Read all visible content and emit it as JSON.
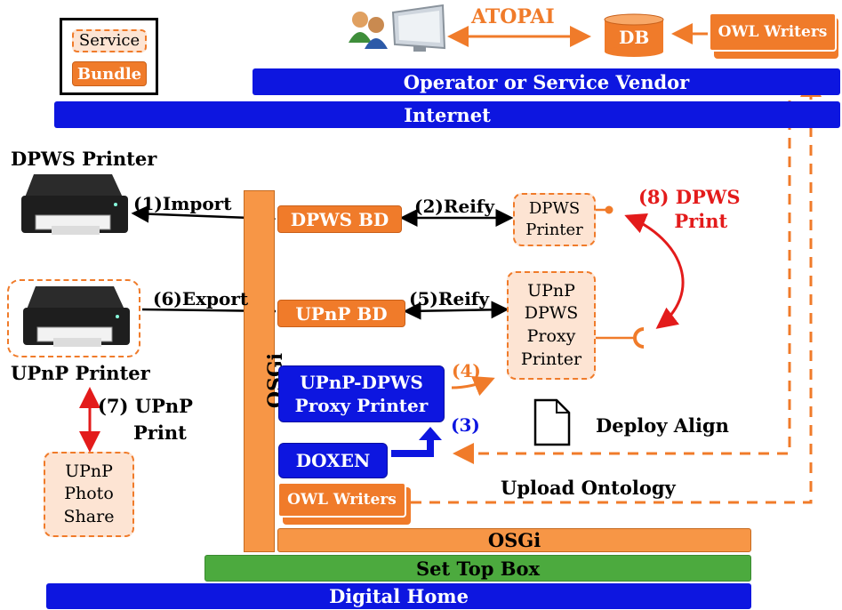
{
  "legend": {
    "service": "Service",
    "bundle": "Bundle"
  },
  "top": {
    "atopai": "ATOPAI",
    "db": "DB",
    "owl_writers": "OWL Writers"
  },
  "bars": {
    "operator": "Operator or Service Vendor",
    "internet": "Internet",
    "osgi_vertical": "OSGi",
    "osgi": "OSGi",
    "set_top_box": "Set Top Box",
    "digital_home": "Digital Home"
  },
  "devices": {
    "dpws_printer": "DPWS Printer",
    "upnp_printer": "UPnP Printer"
  },
  "bundles": {
    "dpws_bd": "DPWS BD",
    "upnp_bd": "UPnP BD",
    "proxy_line1": "UPnP-DPWS",
    "proxy_line2": "Proxy Printer",
    "doxen": "DOXEN",
    "owl_writers": "OWL Writers"
  },
  "services": {
    "dpws_printer_l1": "DPWS",
    "dpws_printer_l2": "Printer",
    "proxy_l1": "UPnP",
    "proxy_l2": "DPWS",
    "proxy_l3": "Proxy",
    "proxy_l4": "Printer",
    "photo_l1": "UPnP",
    "photo_l2": "Photo",
    "photo_l3": "Share"
  },
  "steps": {
    "s1": "(1)Import",
    "s2": "(2)Reify",
    "s3": "(3)",
    "s4": "(4)",
    "s5": "(5)Reify",
    "s6": "(6)Export",
    "s7_l1": "(7) UPnP",
    "s7_l2": "Print",
    "s8_l1": "(8) DPWS",
    "s8_l2": "Print"
  },
  "annotations": {
    "deploy_align": "Deploy Align",
    "upload_ontology": "Upload Ontology"
  },
  "colors": {
    "blue": "#0d16e0",
    "orange": "#f07b2a",
    "light_orange": "#fde4d3",
    "green": "#4caa3e",
    "red": "#e31b1b"
  }
}
